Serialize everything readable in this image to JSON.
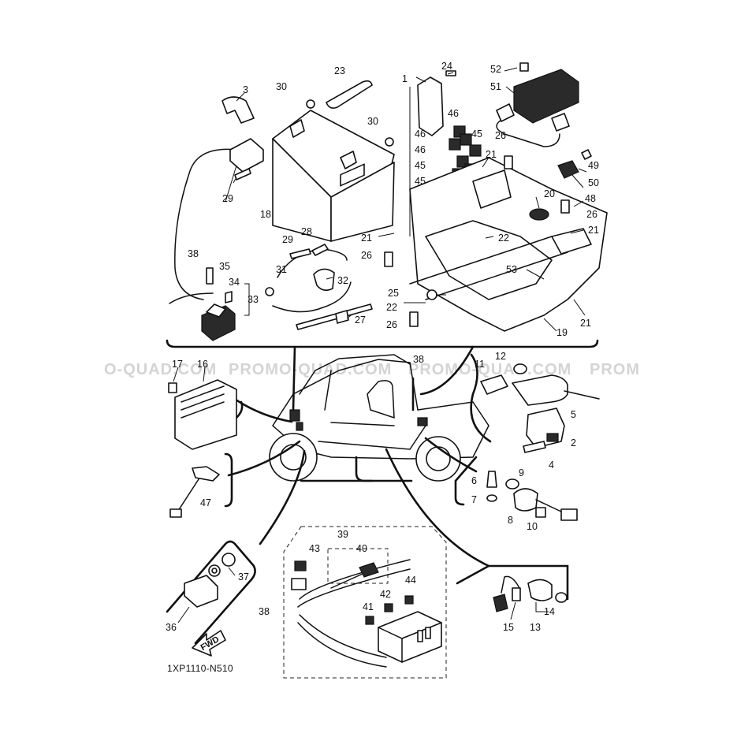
{
  "diagram": {
    "code": "1XP1110-N510",
    "forward_label": "FWD",
    "watermarks": [
      "O-QUAD.COM",
      "PROMO-QUAD.COM",
      "PROMO-QUAD.COM",
      "PROM"
    ],
    "callouts": {
      "c1": "1",
      "c2": "2",
      "c3": "3",
      "c4": "4",
      "c5": "5",
      "c6": "6",
      "c7": "7",
      "c8": "8",
      "c9": "9",
      "c10": "10",
      "c11": "11",
      "c12": "12",
      "c13": "13",
      "c14": "14",
      "c15": "15",
      "c16": "16",
      "c17": "17",
      "c18": "18",
      "c19": "19",
      "c20": "20",
      "c21a": "21",
      "c21b": "21",
      "c21c": "21",
      "c21d": "21",
      "c22a": "22",
      "c22b": "22",
      "c23": "23",
      "c24": "24",
      "c25": "25",
      "c26a": "26",
      "c26b": "26",
      "c26c": "26",
      "c26d": "26",
      "c27": "27",
      "c28": "28",
      "c29a": "29",
      "c29b": "29",
      "c30a": "30",
      "c30b": "30",
      "c31": "31",
      "c32": "32",
      "c33": "33",
      "c34": "34",
      "c35": "35",
      "c36": "36",
      "c37": "37",
      "c38a": "38",
      "c38b": "38",
      "c38c": "38",
      "c39": "39",
      "c40": "40",
      "c41": "41",
      "c42": "42",
      "c43": "43",
      "c44": "44",
      "c45a": "45",
      "c45b": "45",
      "c45c": "45",
      "c46a": "46",
      "c46b": "46",
      "c46c": "46",
      "c47": "47",
      "c48": "48",
      "c49": "49",
      "c50": "50",
      "c51": "51",
      "c52": "52",
      "c53": "53"
    }
  }
}
